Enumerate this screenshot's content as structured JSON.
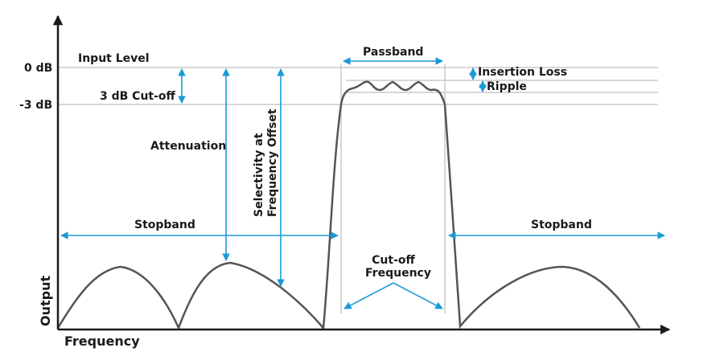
{
  "axes": {
    "x_label": "Frequency",
    "y_label": "Output"
  },
  "levels": {
    "zero_db": "0 dB",
    "minus3_db": "-3 dB"
  },
  "labels": {
    "input_level": "Input Level",
    "cutoff_3db": "3 dB Cut-off",
    "attenuation": "Attenuation",
    "selectivity_line1": "Selectivity at",
    "selectivity_line2": "Frequency Offset",
    "passband": "Passband",
    "insertion_loss": "Insertion Loss",
    "ripple": "Ripple",
    "stopband_left": "Stopband",
    "stopband_right": "Stopband",
    "cutoff_freq_line1": "Cut-off",
    "cutoff_freq_line2": "Frequency"
  },
  "colors": {
    "curve": "#555555",
    "arrow": "#1a9ad6",
    "guide": "#c8c8c8",
    "axis": "#1a1a1a",
    "text": "#1a1a1a"
  }
}
